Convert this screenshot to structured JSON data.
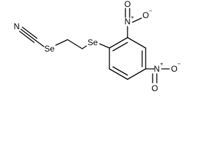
{
  "molecule": {
    "atoms": {
      "nitrile_n": "N",
      "se_chain": "Se",
      "se_ring": "Se",
      "nitro1_n": "N",
      "nitro1_o_top": "O",
      "nitro1_o_right": "O",
      "nitro2_n": "N",
      "nitro2_o_right": "O",
      "nitro2_o_bottom": "O"
    },
    "charges": {
      "nitro1_n": "+",
      "nitro1_o": "−",
      "nitro2_n": "+",
      "nitro2_o": "−"
    }
  }
}
